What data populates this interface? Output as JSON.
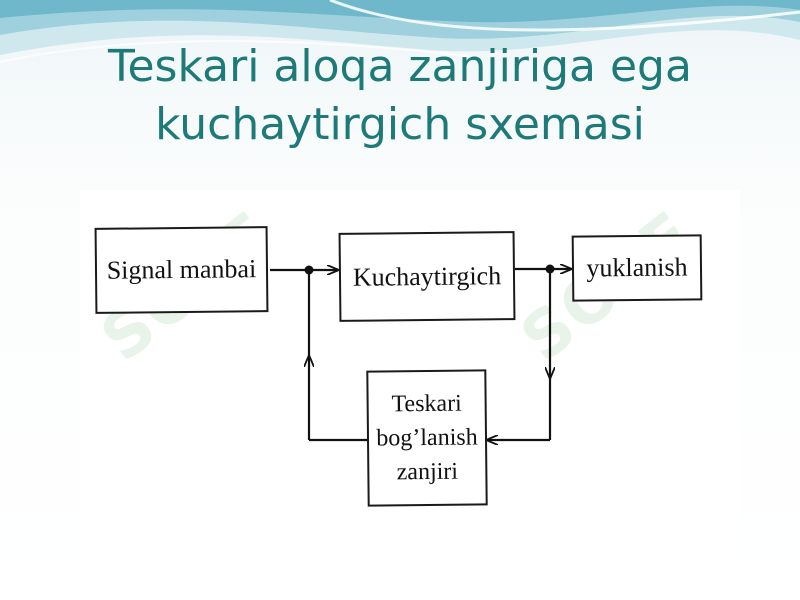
{
  "slide": {
    "title_line1": "Teskari aloqa zanjiriga ega",
    "title_line2": "kuchaytirgich sxemasi"
  },
  "diagram": {
    "source_label": "Signal manbai",
    "amplifier_label": "Kuchaytirgich",
    "load_label": "yuklanish",
    "feedback_line1": "Teskari",
    "feedback_line2": "bog’lanish",
    "feedback_line3": "zanjiri"
  },
  "watermark": {
    "text": "SOFF"
  },
  "colors": {
    "title": "#1d7a78",
    "wave_light": "#b9dde6",
    "wave_mid": "#7fc3d3",
    "watermark": "#96c8a0"
  }
}
